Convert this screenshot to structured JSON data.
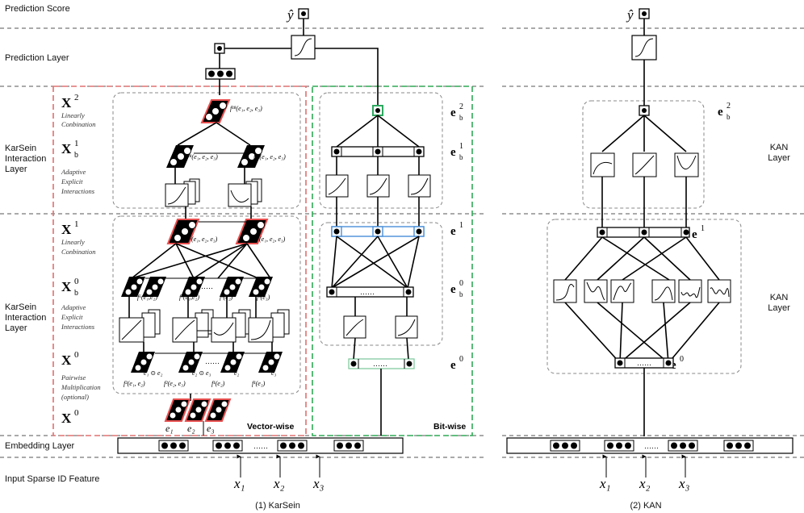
{
  "rows": {
    "prediction_score": "Prediction Score",
    "prediction_layer": "Prediction Layer",
    "karsein_interaction_top": [
      "KarSein",
      "Interaction",
      "Layer"
    ],
    "karsein_interaction_bottom": [
      "KarSein",
      "Interaction",
      "Layer"
    ],
    "embedding_layer": "Embedding Layer",
    "input_sparse": "Input Sparse ID Feature",
    "kan_layer_top": [
      "KAN",
      "Layer"
    ],
    "kan_layer_bottom": [
      "KAN",
      "Layer"
    ]
  },
  "vector_labels": {
    "X2": "X",
    "X2_sup": "2",
    "X2_desc": [
      "Linearly",
      "Conbination"
    ],
    "Xb1": "X",
    "Xb1_sub": "b",
    "Xb1_sup": "1",
    "Xb1_desc": [
      "Adaptive",
      "Explicit",
      "Interactions"
    ],
    "X1": "X",
    "X1_sup": "1",
    "X1_desc": [
      "Linearly",
      "Conbination"
    ],
    "Xb0": "X",
    "Xb0_sub": "b",
    "Xb0_sup": "0",
    "Xb0_desc": [
      "Adaptive",
      "Explicit",
      "Interactions"
    ],
    "X0a": "X",
    "X0a_sup": "0",
    "X0a_desc": [
      "Pairwise",
      "Multiplication",
      "(optional)"
    ],
    "X0b": "X",
    "X0b_sup": "0"
  },
  "bit_labels": {
    "eb2": "e",
    "eb2_sub": "b",
    "eb2_sup": "2",
    "eb1": "e",
    "eb1_sub": "b",
    "eb1_sup": "1",
    "e1": "e",
    "e1_sup": "1",
    "eb0": "e",
    "eb0_sub": "b",
    "eb0_sup": "0",
    "e0": "e",
    "e0_sup": "0"
  },
  "kan_labels": {
    "eb2": "e",
    "eb2_sub": "b",
    "eb2_sup": "2",
    "e1": "e",
    "e1_sup": "1",
    "e0": "e",
    "e0_sup": "0"
  },
  "formulas": {
    "f18a": "f¹⁸(e₁, e₂, e₃)",
    "f18b": "f¹⁸(e₁, e₂, e₃)",
    "f18c": "f¹⁸(e₁, e₂, e₃)",
    "f6a": "f⁶(e₁, e₂, e₃)",
    "f6b": "f⁶(e₁, e₂, e₃)",
    "f6c": "f⁶(e₁,e₂)",
    "f6d": "f⁶(e₁,e₂)",
    "f3a": "f³(e₂)",
    "f3b": "f³(e₃)",
    "ew12": "e₁ ⊙ e₂",
    "ew23": "e₂ ⊙ e₃",
    "e2": "e₂",
    "e3": "e₃",
    "f2a": "f²(e₁, e₂)",
    "f2b": "f²(e₂, e₃)",
    "f1a": "f¹(e₂)",
    "f1b": "f¹(e₃)",
    "emb_e1": "e₁",
    "emb_e2": "e₂",
    "emb_e3": "e₃"
  },
  "ellipsis": "……",
  "region_labels": {
    "vector": "Vector-wise",
    "bit": "Bit-wise"
  },
  "yhat": "ŷ",
  "inputs_left": [
    "x₁",
    "x₂",
    "x₃"
  ],
  "inputs_right": [
    "x₁",
    "x₂",
    "x₃"
  ],
  "captions": {
    "left": "(1) KarSein",
    "right": "(2) KAN"
  },
  "colors": {
    "vector_border": "#e07070",
    "bit_border": "#2eaa55",
    "highlight_red": "#e85050",
    "highlight_green": "#2ea860",
    "highlight_blue": "#4a8fd8"
  }
}
